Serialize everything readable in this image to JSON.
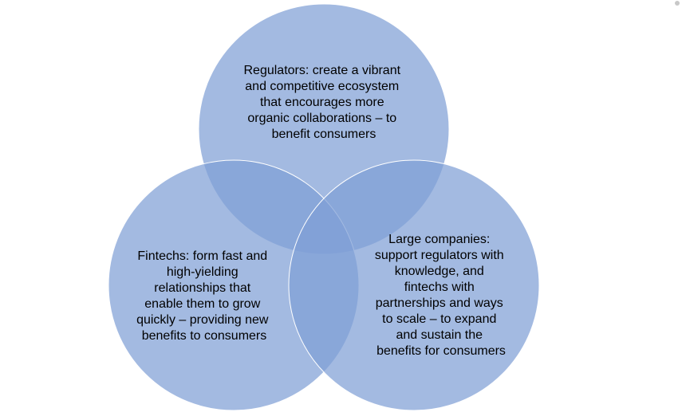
{
  "colors": {
    "circle_fill": "#7f9fd6",
    "circle_opacity": "0.72",
    "circle_stroke": "#ffffff"
  },
  "venn": {
    "regulators": {
      "lines": [
        "Regulators:  create a vibrant",
        "and competitive ecosystem",
        "that encourages more",
        "organic collaborations – to",
        "benefit consumers"
      ]
    },
    "fintechs": {
      "lines": [
        "Fintechs: form fast and",
        "high-yielding",
        "relationships that",
        "enable them to grow",
        "quickly – providing new",
        "benefits to consumers"
      ]
    },
    "large_companies": {
      "lines": [
        "Large companies:",
        "support regulators with",
        "knowledge, and",
        "fintechs with",
        "partnerships and ways",
        "to scale – to expand",
        "and sustain the",
        "benefits for consumers"
      ]
    }
  }
}
